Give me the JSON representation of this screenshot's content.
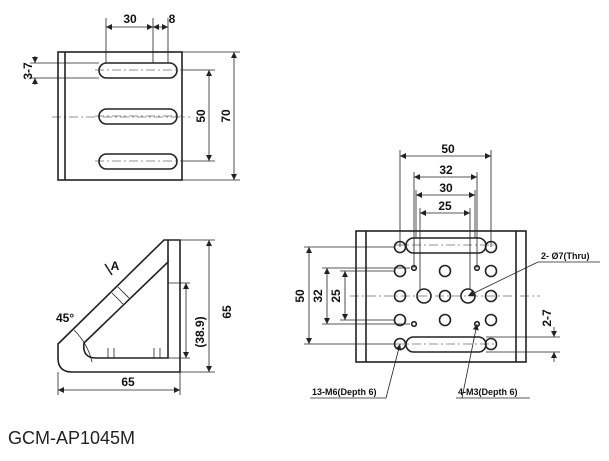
{
  "caption": "GCM-AP1045M",
  "top_view": {
    "dim_slot_pitch": "30",
    "dim_slot_width": "8",
    "dim_left": "3-7",
    "dim_inner": "50",
    "dim_height": "70"
  },
  "side_view": {
    "label_section": "A",
    "angle": "45°",
    "dim_inner": "(38.9)",
    "dim_height": "65",
    "dim_width": "65"
  },
  "front_view": {
    "dim_50": "50",
    "dim_32": "32",
    "dim_30": "30",
    "dim_25": "25",
    "dim_v50": "50",
    "dim_v32": "32",
    "dim_v25": "25",
    "dim_right": "2-7",
    "note_thru": "2- Ø7(Thru)",
    "note_m6": "13-M6(Depth 6)",
    "note_m3": "4-M3(Depth 6)"
  }
}
